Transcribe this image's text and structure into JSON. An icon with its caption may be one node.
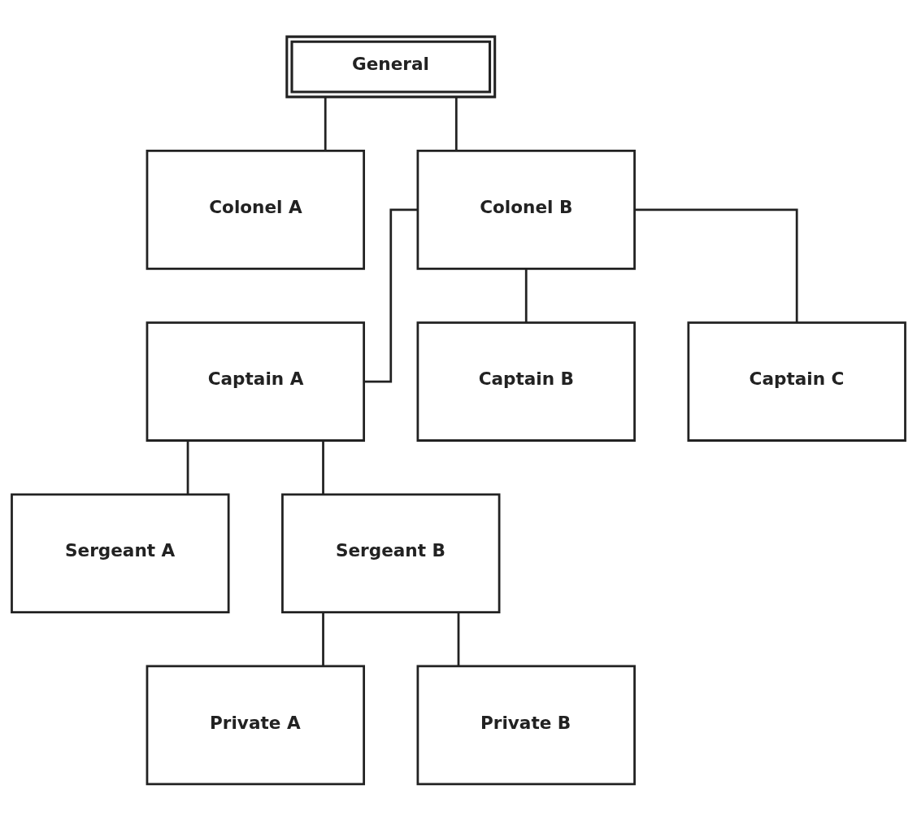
{
  "diagram": {
    "nodes": [
      {
        "text": [
          "General"
        ]
      },
      {
        "text": [
          "Colonel A"
        ]
      },
      {
        "text": [
          "Colonel B"
        ]
      },
      {
        "text": [
          "Captain A"
        ]
      },
      {
        "text": [
          "Captain B"
        ]
      },
      {
        "text": [
          "Captain C"
        ]
      },
      {
        "text": [
          "Sergeant A"
        ]
      },
      {
        "text": [
          "Sergeant B"
        ]
      },
      {
        "text": [
          "Private A"
        ]
      },
      {
        "text": [
          "Private B"
        ]
      }
    ],
    "edges": [
      {
        "from": 0,
        "to": 1,
        "arrow": "none"
      },
      {
        "from": 0,
        "to": 2,
        "arrow": "none"
      },
      {
        "from": 2,
        "to": 3,
        "arrow": "none"
      },
      {
        "from": 2,
        "to": 4,
        "arrow": "none"
      },
      {
        "from": 2,
        "to": 5,
        "arrow": "none"
      },
      {
        "from": 3,
        "to": 6,
        "arrow": "none"
      },
      {
        "from": 3,
        "to": 7,
        "arrow": "none"
      },
      {
        "from": 7,
        "to": 8,
        "arrow": "none"
      },
      {
        "from": 7,
        "to": 9,
        "arrow": "none"
      }
    ]
  }
}
